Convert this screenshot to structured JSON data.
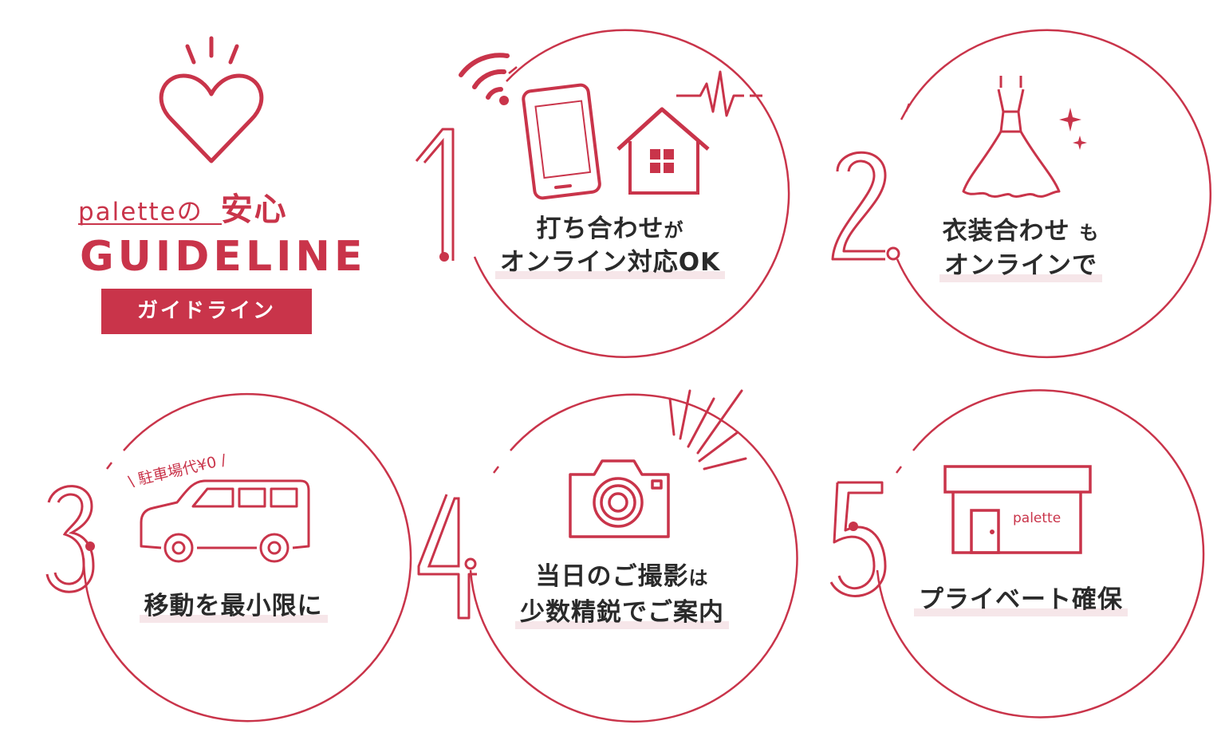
{
  "brand": {
    "accent_color": "#c9344a",
    "highlight_color": "#f6e6e9",
    "name_en": "palette",
    "name_suffix": "の",
    "title_ja": "安心",
    "guideline": "GUIDELINE",
    "badge": "ガイドライン"
  },
  "items": [
    {
      "number": "1",
      "line1_main": "打ち合わせ",
      "line1_small": "が",
      "line2": "オンライン対応OK",
      "icons": [
        "wifi-icon",
        "smartphone-icon",
        "house-icon",
        "pulse-icon"
      ]
    },
    {
      "number": "2",
      "line1_main": "衣装合わせ",
      "line1_small": "も",
      "line2": "オンラインで",
      "icons": [
        "wedding-dress-icon",
        "sparkle-icon"
      ]
    },
    {
      "number": "3",
      "tag": "駐車場代¥0",
      "line1_main": "移動を最小限に",
      "icons": [
        "car-icon"
      ]
    },
    {
      "number": "4",
      "line1_main": "当日のご撮影",
      "line1_small": "は",
      "line2": "少数精鋭でご案内",
      "icons": [
        "camera-icon",
        "flash-lines-icon"
      ]
    },
    {
      "number": "5",
      "line1_main": "プライベート確保",
      "shop_label": "palette",
      "icons": [
        "shop-building-icon"
      ]
    }
  ],
  "logo_icons": [
    "heart-icon",
    "shine-lines-icon"
  ]
}
